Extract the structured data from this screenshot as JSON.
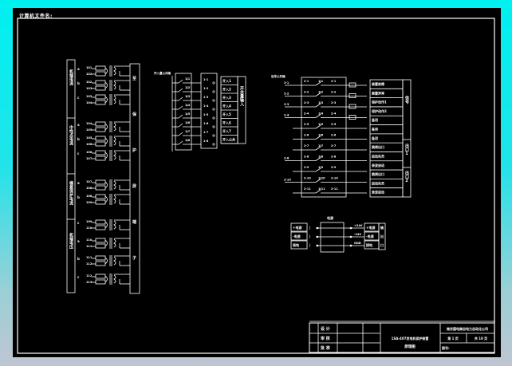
{
  "header": {
    "file_label": "计算机文件名:"
  },
  "colors": {
    "background_top": "#00f0f0",
    "background_bottom": "#bfc6d2",
    "canvas": "#000000",
    "line": "#ffffff"
  },
  "left_block": {
    "section_labels": [
      "机端电流",
      "中性点电流",
      "横差保护电流",
      "机端电压"
    ],
    "side_labels": [
      "至",
      "保",
      "护",
      "屏",
      "端",
      "子"
    ],
    "terminal_labels": [
      "101",
      "102",
      "103",
      "104",
      "105",
      "106",
      "107",
      "108",
      "109",
      "110",
      "111",
      "112",
      "113",
      "114",
      "115",
      "116"
    ]
  },
  "middle_block": {
    "title": "开入量公共端",
    "relay_labels": [
      "1J1",
      "1J2",
      "1J3",
      "1J4",
      "1J5",
      "1J6",
      "1J7",
      "1J8"
    ],
    "terminal_labels": [
      "1-1",
      "1-2",
      "1-3",
      "1-4",
      "1-5",
      "1-6",
      "1-7",
      "1-8"
    ],
    "signal_labels": [
      "开入1",
      "开入2",
      "开入3",
      "开入4",
      "开入5",
      "开入6",
      "开入7",
      "开入公共"
    ],
    "side_label": "开关量输入"
  },
  "right_block": {
    "input_label": "信号公共端",
    "relay_labels": [
      "1J1",
      "1J2",
      "1J3",
      "1J4",
      "1J5",
      "1J6",
      "1J7",
      "1J8",
      "1J9",
      "1J10",
      "1J11"
    ],
    "terminal_labels": [
      "2-1",
      "2-2",
      "2-3",
      "2-4",
      "2-5",
      "2-6",
      "2-7",
      "2-8",
      "2-9",
      "2-10",
      "2-11"
    ],
    "signal_labels": [
      "装置故障",
      "装置异常",
      "保护动作1",
      "保护动作2",
      "备用",
      "备用",
      "备用",
      "跳闸出口",
      "启动失灵",
      "录波启动",
      "跳闸出口",
      "启动失灵",
      "录波启动"
    ],
    "side_labels": [
      "信号",
      "出口1",
      "出口2"
    ]
  },
  "bottom_block": {
    "header": "电源",
    "left_labels": [
      "+电源",
      "-电源",
      "接地"
    ],
    "right_labels": [
      "+24V",
      "-24V",
      "GND"
    ],
    "side_labels": [
      "输",
      "出",
      "口"
    ]
  },
  "title_block": {
    "designed": "设 计",
    "checked": "审 核",
    "approved": "批 准",
    "drawing_title": "1SA-407发电机保护装置",
    "drawing_subtitle": "原理图",
    "company": "南京国电南自电力自动化公司",
    "page": "第  1  页",
    "total_pages": "共 10 页",
    "drawing_no": "图号:"
  }
}
